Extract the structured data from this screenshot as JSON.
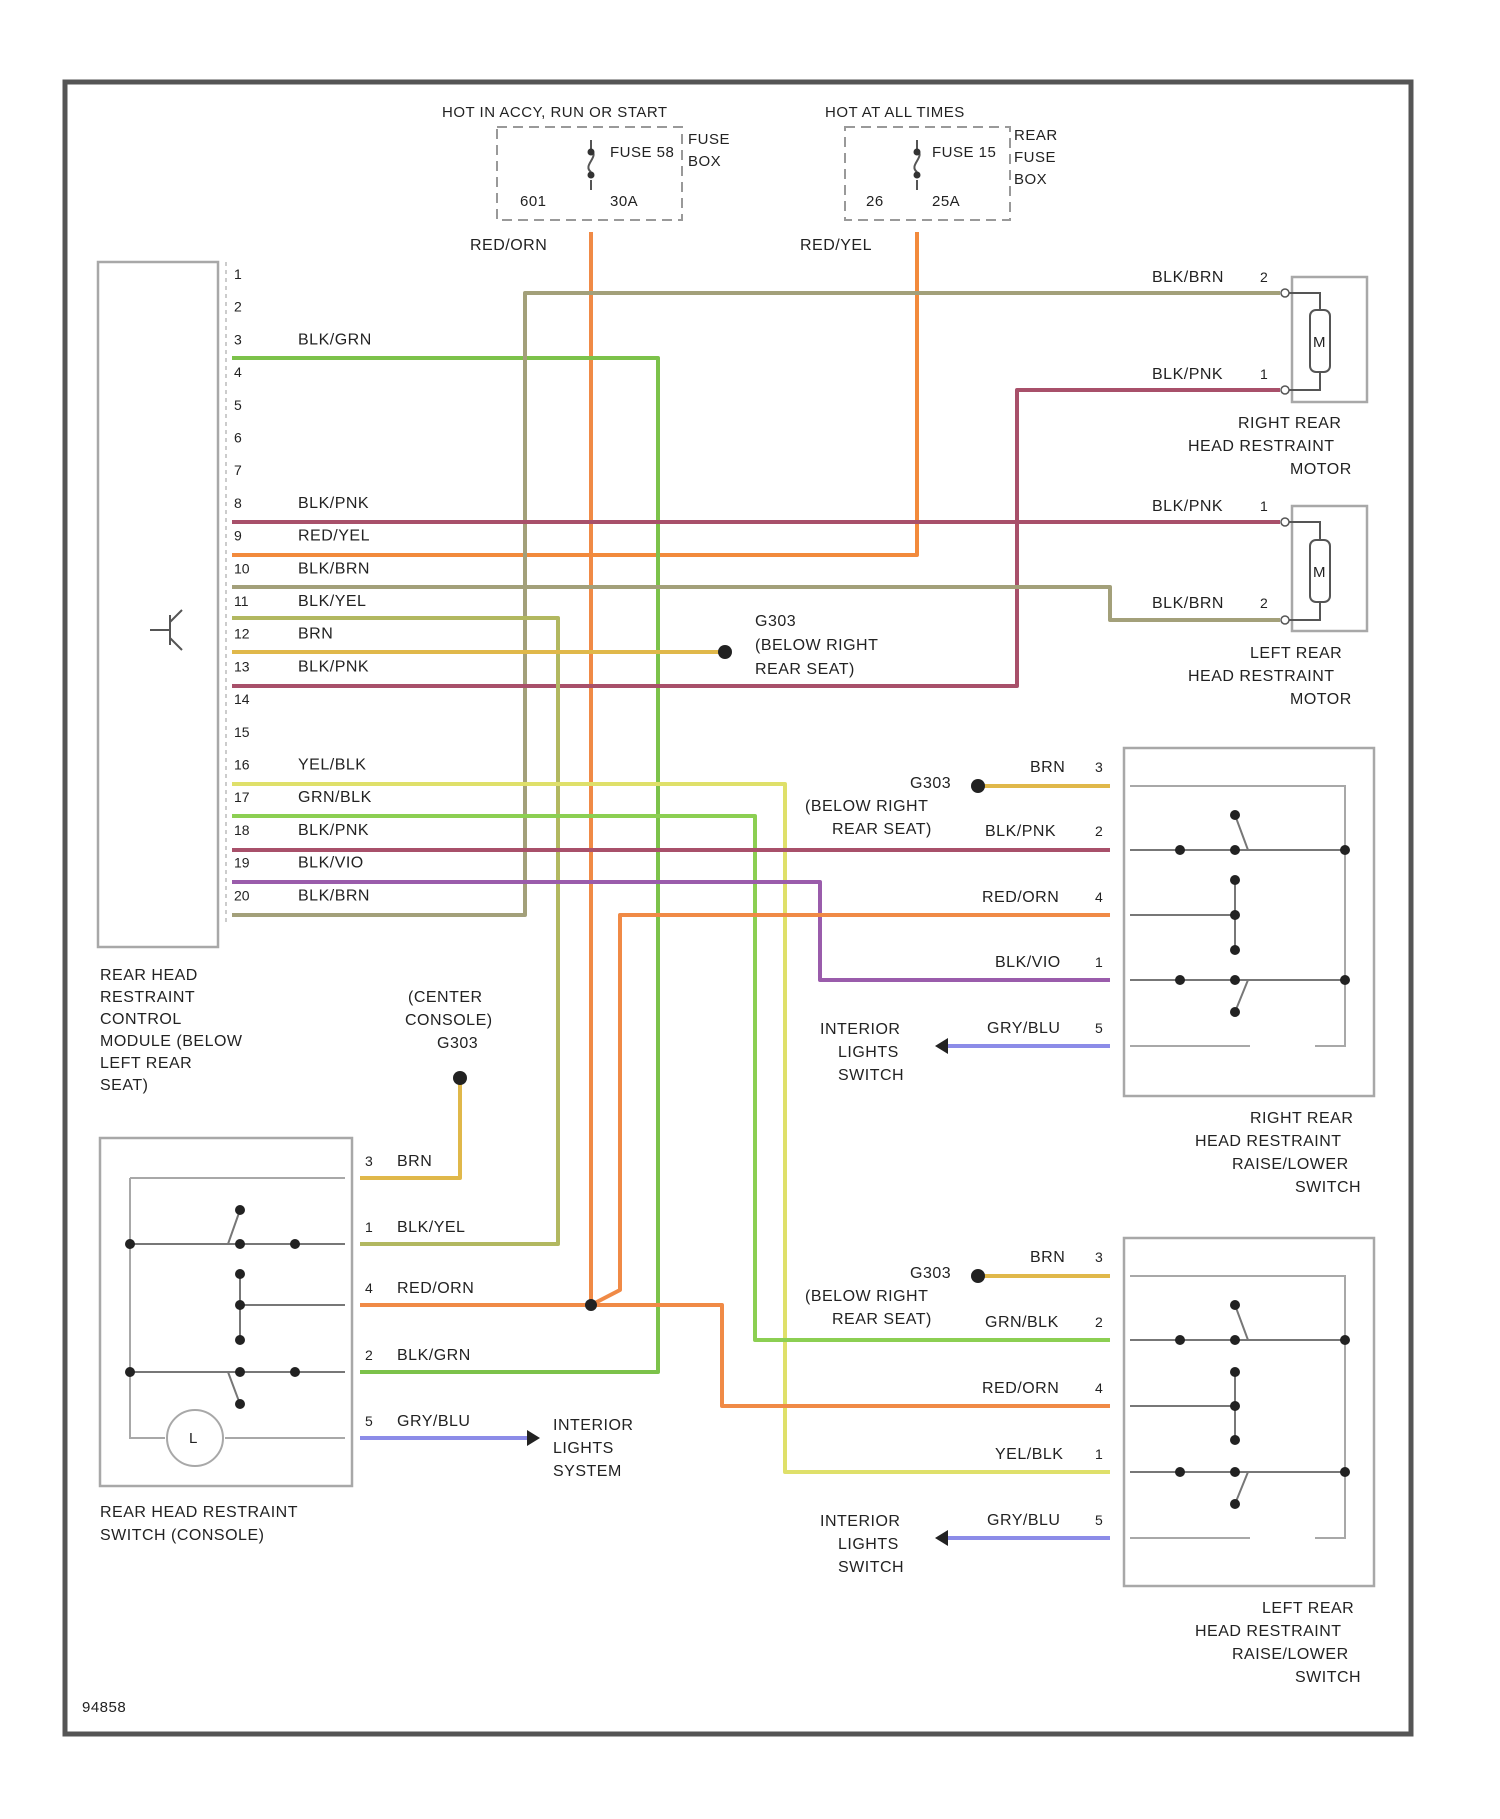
{
  "diagram_id": "94858",
  "fuses": {
    "left": {
      "header": "HOT IN ACCY, RUN OR START",
      "fuse": "FUSE 58",
      "box": [
        "FUSE",
        "BOX"
      ],
      "left_val": "601",
      "amps": "30A",
      "wire": "RED/ORN"
    },
    "right": {
      "header": "HOT AT ALL TIMES",
      "fuse": "FUSE 15",
      "box": [
        "REAR",
        "FUSE",
        "BOX"
      ],
      "left_val": "26",
      "amps": "25A",
      "wire": "RED/YEL"
    }
  },
  "module": {
    "label": [
      "REAR HEAD",
      "RESTRAINT",
      "CONTROL",
      "MODULE (BELOW",
      "LEFT REAR",
      "SEAT)"
    ],
    "pins": [
      {
        "num": "1",
        "wire": ""
      },
      {
        "num": "2",
        "wire": ""
      },
      {
        "num": "3",
        "wire": "BLK/GRN"
      },
      {
        "num": "4",
        "wire": ""
      },
      {
        "num": "5",
        "wire": ""
      },
      {
        "num": "6",
        "wire": ""
      },
      {
        "num": "7",
        "wire": ""
      },
      {
        "num": "8",
        "wire": "BLK/PNK"
      },
      {
        "num": "9",
        "wire": "RED/YEL"
      },
      {
        "num": "10",
        "wire": "BLK/BRN"
      },
      {
        "num": "11",
        "wire": "BLK/YEL"
      },
      {
        "num": "12",
        "wire": "BRN"
      },
      {
        "num": "13",
        "wire": "BLK/PNK"
      },
      {
        "num": "14",
        "wire": ""
      },
      {
        "num": "15",
        "wire": ""
      },
      {
        "num": "16",
        "wire": "YEL/BLK"
      },
      {
        "num": "17",
        "wire": "GRN/BLK"
      },
      {
        "num": "18",
        "wire": "BLK/PNK"
      },
      {
        "num": "19",
        "wire": "BLK/VIO"
      },
      {
        "num": "20",
        "wire": "BLK/BRN"
      }
    ]
  },
  "ground_mid": [
    "G303",
    "(BELOW RIGHT",
    "REAR SEAT)"
  ],
  "right_motor": {
    "label": [
      "RIGHT REAR",
      "HEAD RESTRAINT",
      "MOTOR"
    ],
    "motor": "M",
    "pins": [
      {
        "num": "2",
        "wire": "BLK/BRN"
      },
      {
        "num": "1",
        "wire": "BLK/PNK"
      }
    ]
  },
  "left_motor": {
    "label": [
      "LEFT REAR",
      "HEAD RESTRAINT",
      "MOTOR"
    ],
    "motor": "M",
    "pins": [
      {
        "num": "1",
        "wire": "BLK/PNK"
      },
      {
        "num": "2",
        "wire": "BLK/BRN"
      }
    ]
  },
  "right_switch": {
    "label": [
      "RIGHT REAR",
      "HEAD RESTRAINT",
      "RAISE/LOWER",
      "SWITCH"
    ],
    "ground": [
      "G303",
      "(BELOW RIGHT",
      "REAR SEAT)"
    ],
    "pins": [
      {
        "num": "3",
        "wire": "BRN"
      },
      {
        "num": "2",
        "wire": "BLK/PNK"
      },
      {
        "num": "4",
        "wire": "RED/ORN"
      },
      {
        "num": "1",
        "wire": "BLK/VIO"
      },
      {
        "num": "5",
        "wire": "GRY/BLU"
      }
    ],
    "lights": [
      "INTERIOR",
      "LIGHTS",
      "SWITCH"
    ]
  },
  "left_switch": {
    "label": [
      "LEFT REAR",
      "HEAD RESTRAINT",
      "RAISE/LOWER",
      "SWITCH"
    ],
    "ground": [
      "G303",
      "(BELOW RIGHT",
      "REAR SEAT)"
    ],
    "pins": [
      {
        "num": "3",
        "wire": "BRN"
      },
      {
        "num": "2",
        "wire": "GRN/BLK"
      },
      {
        "num": "4",
        "wire": "RED/ORN"
      },
      {
        "num": "1",
        "wire": "YEL/BLK"
      },
      {
        "num": "5",
        "wire": "GRY/BLU"
      }
    ],
    "lights": [
      "INTERIOR",
      "LIGHTS",
      "SWITCH"
    ]
  },
  "console_switch": {
    "label": [
      "REAR HEAD RESTRAINT",
      "SWITCH (CONSOLE)"
    ],
    "ground": [
      "(CENTER",
      "CONSOLE)",
      "G303"
    ],
    "pins": [
      {
        "num": "3",
        "wire": "BRN"
      },
      {
        "num": "1",
        "wire": "BLK/YEL"
      },
      {
        "num": "4",
        "wire": "RED/ORN"
      },
      {
        "num": "2",
        "wire": "BLK/GRN"
      },
      {
        "num": "5",
        "wire": "GRY/BLU"
      }
    ],
    "lights": [
      "INTERIOR",
      "LIGHTS",
      "SYSTEM"
    ]
  },
  "colors": {
    "frame": "#555555",
    "component": "#a8a8a8",
    "BLK/GRN": "#7cc24a",
    "GRN/BLK": "#8ccf52",
    "BLK/PNK": "#a8506a",
    "RED/YEL": "#f28a3c",
    "RED/ORN": "#f08a46",
    "BLK/BRN": "#a3a07a",
    "BLK/YEL": "#b2b860",
    "BRN": "#e0b84a",
    "YEL/BLK": "#dfe06a",
    "BLK/VIO": "#9a5cab",
    "GRY/BLU": "#8c8ce8"
  }
}
